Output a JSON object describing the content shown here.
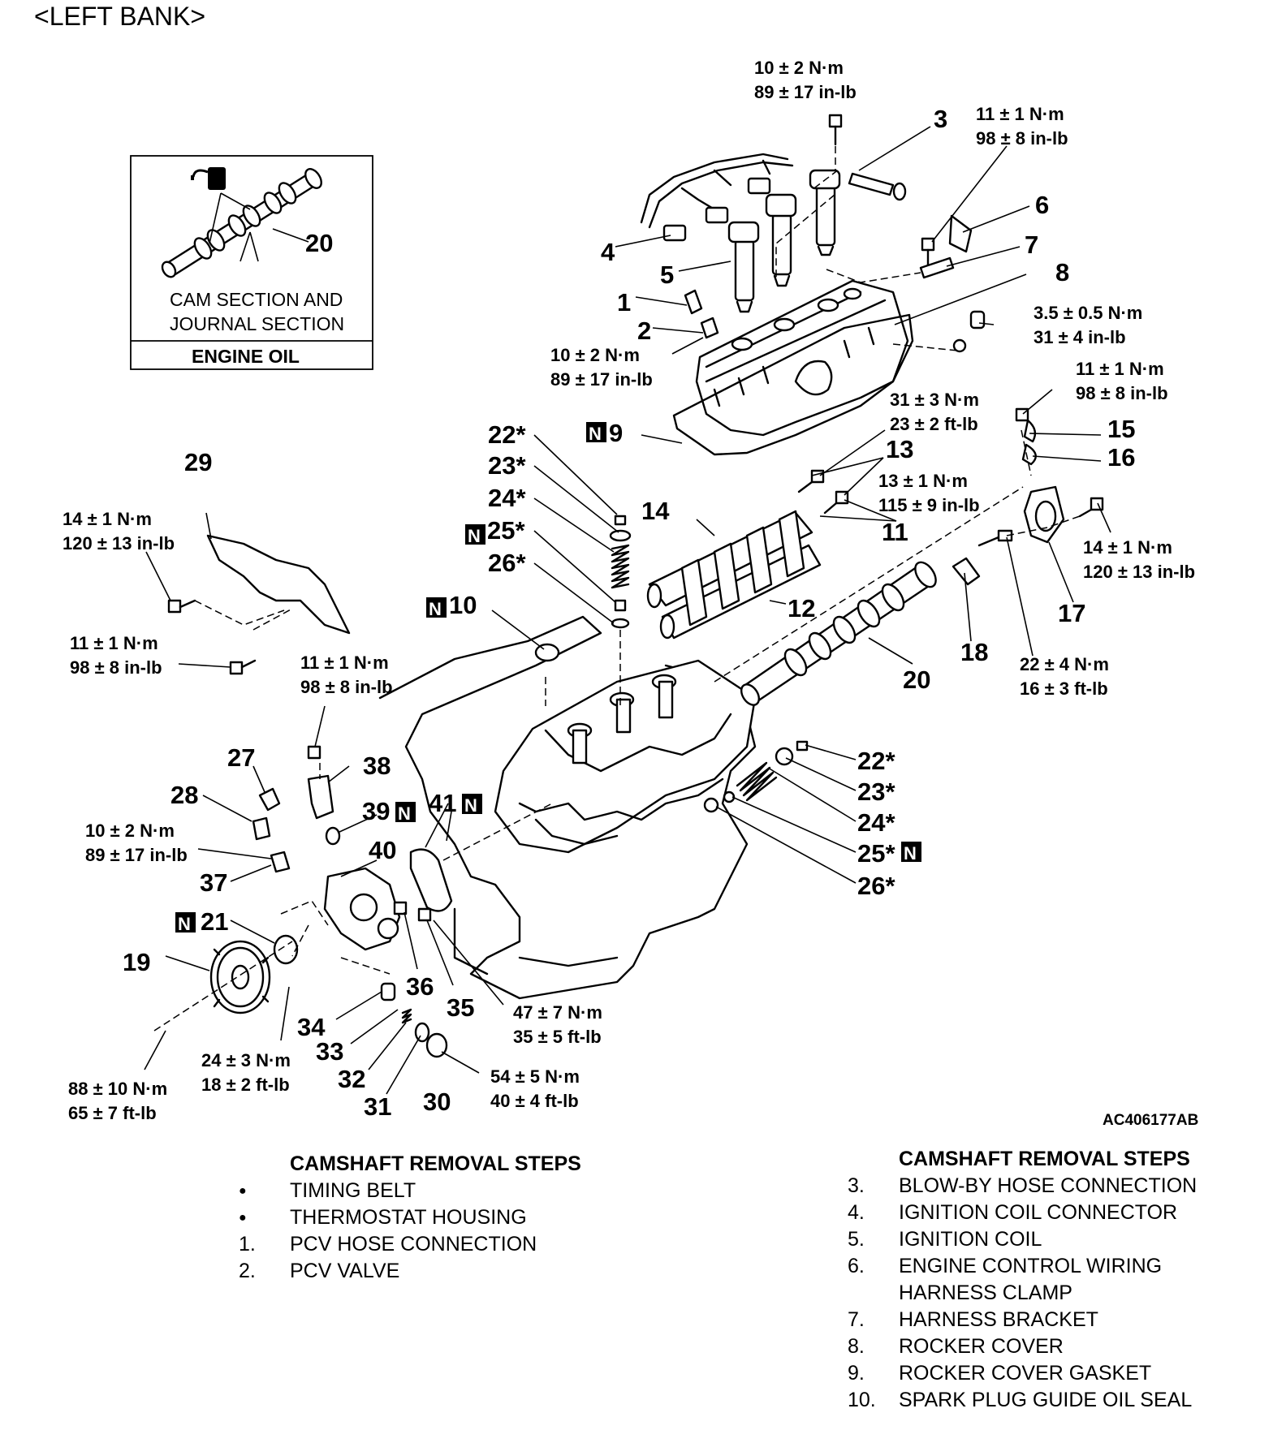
{
  "page_title": "<LEFT BANK>",
  "figure_code": "AC406177AB",
  "inset": {
    "part_number": "20",
    "line1": "CAM SECTION AND",
    "line2": "JOURNAL SECTION",
    "footer": "ENGINE OIL"
  },
  "callouts": [
    "1",
    "2",
    "3",
    "4",
    "5",
    "6",
    "7",
    "8",
    "9",
    "10",
    "11",
    "12",
    "13",
    "14",
    "15",
    "16",
    "17",
    "18",
    "19",
    "20",
    "20",
    "21",
    "22*",
    "22*",
    "23*",
    "23*",
    "24*",
    "24*",
    "25*",
    "25*",
    "26*",
    "26*",
    "27",
    "28",
    "29",
    "30",
    "31",
    "32",
    "33",
    "34",
    "35",
    "36",
    "37",
    "38",
    "39",
    "40",
    "41"
  ],
  "new_part_marker": "N",
  "torque_specs": [
    {
      "nm": "10 ± 2 N·m",
      "imp": "89 ± 17 in-lb"
    },
    {
      "nm": "11 ± 1 N·m",
      "imp": "98 ± 8 in-lb"
    },
    {
      "nm": "3.5 ± 0.5 N·m",
      "imp": "31 ± 4 in-lb"
    },
    {
      "nm": "10 ± 2 N·m",
      "imp": "89 ± 17 in-lb"
    },
    {
      "nm": "11 ± 1 N·m",
      "imp": "98 ± 8 in-lb"
    },
    {
      "nm": "31 ± 3 N·m",
      "imp": "23 ± 2 ft-lb"
    },
    {
      "nm": "13 ± 1 N·m",
      "imp": "115 ± 9 in-lb"
    },
    {
      "nm": "14 ± 1 N·m",
      "imp": "120 ± 13 in-lb"
    },
    {
      "nm": "14 ± 1 N·m",
      "imp": "120 ± 13 in-lb"
    },
    {
      "nm": "11 ± 1 N·m",
      "imp": "98 ± 8 in-lb"
    },
    {
      "nm": "11 ± 1 N·m",
      "imp": "98 ± 8 in-lb"
    },
    {
      "nm": "22 ± 4 N·m",
      "imp": "16 ± 3 ft-lb"
    },
    {
      "nm": "10 ± 2 N·m",
      "imp": "89 ± 17 in-lb"
    },
    {
      "nm": "47 ± 7 N·m",
      "imp": "35 ± 5 ft-lb"
    },
    {
      "nm": "54 ± 5 N·m",
      "imp": "40 ± 4 ft-lb"
    },
    {
      "nm": "24 ± 3 N·m",
      "imp": "18 ± 2 ft-lb"
    },
    {
      "nm": "88 ± 10 N·m",
      "imp": "65 ± 7 ft-lb"
    }
  ],
  "steps_left": {
    "title": "CAMSHAFT REMOVAL STEPS",
    "items": [
      {
        "n": "●",
        "t": "TIMING BELT"
      },
      {
        "n": "●",
        "t": "THERMOSTAT HOUSING"
      },
      {
        "n": "1.",
        "t": "PCV HOSE CONNECTION"
      },
      {
        "n": "2.",
        "t": "PCV VALVE"
      }
    ]
  },
  "steps_right": {
    "title": "CAMSHAFT REMOVAL STEPS",
    "items": [
      {
        "n": "3.",
        "t": "BLOW-BY HOSE CONNECTION"
      },
      {
        "n": "4.",
        "t": "IGNITION COIL CONNECTOR"
      },
      {
        "n": "5.",
        "t": "IGNITION COIL"
      },
      {
        "n": "6.",
        "t": "ENGINE CONTROL WIRING"
      },
      {
        "n": "",
        "t": "HARNESS CLAMP"
      },
      {
        "n": "7.",
        "t": "HARNESS BRACKET"
      },
      {
        "n": "8.",
        "t": "ROCKER COVER"
      },
      {
        "n": "9.",
        "t": "ROCKER COVER GASKET"
      },
      {
        "n": "10.",
        "t": "SPARK PLUG GUIDE OIL SEAL"
      }
    ]
  }
}
